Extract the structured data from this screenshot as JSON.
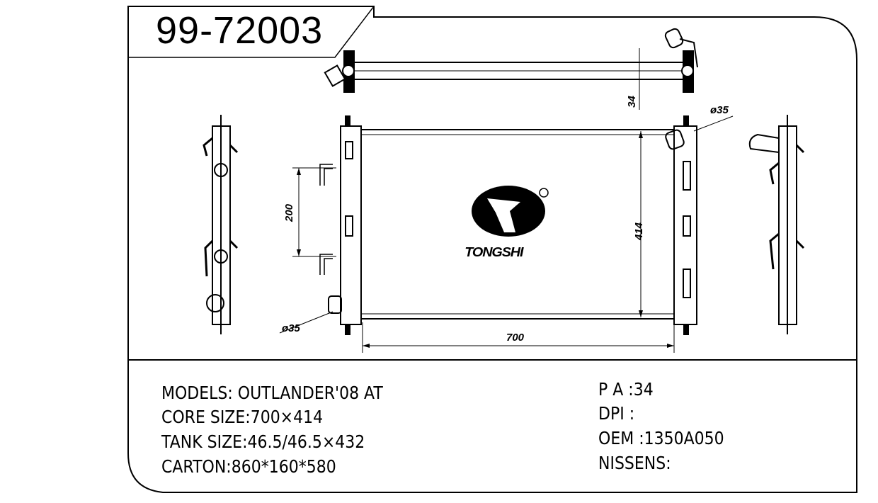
{
  "title": "99-72003",
  "dimensions": {
    "width": "700",
    "height": "414",
    "thickness": "34",
    "inlet_diameter": "ø35",
    "outlet_diameter": "ø35",
    "pipe_spacing": "200"
  },
  "logo": {
    "text": "TONGSHI",
    "registered": "®"
  },
  "specs_left": [
    "MODELS: OUTLANDER'08 AT",
    "CORE SIZE:700×414",
    "TANK SIZE:46.5/46.5×432",
    "CARTON:860*160*580"
  ],
  "specs_right": [
    "P A :34",
    "DPI :",
    "OEM :1350A050",
    "NISSENS:"
  ]
}
